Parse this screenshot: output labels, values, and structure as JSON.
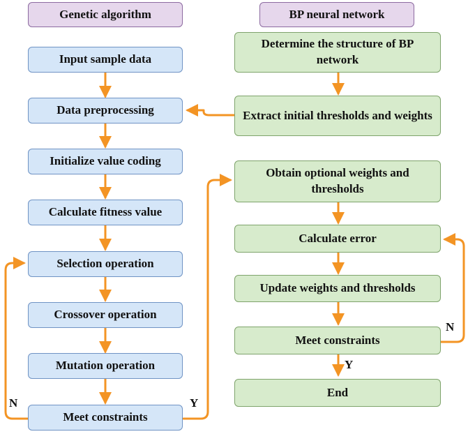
{
  "headers": {
    "ga": "Genetic algorithm",
    "bp": "BP neural network"
  },
  "ga_nodes": [
    "Input sample data",
    "Data preprocessing",
    "Initialize value coding",
    "Calculate fitness value",
    "Selection operation",
    "Crossover operation",
    "Mutation operation",
    "Meet constraints"
  ],
  "bp_nodes": [
    "Determine the structure of BP network",
    "Extract initial thresholds and weights",
    "Obtain optional weights and thresholds",
    "Calculate error",
    "Update weights and thresholds",
    "Meet constraints",
    "End"
  ],
  "labels": {
    "ga_no": "N",
    "ga_yes": "Y",
    "bp_no": "N",
    "bp_yes": "Y"
  },
  "colors": {
    "arrow": "#f39424",
    "ga_fill": "#d5e6f8",
    "bp_fill": "#d7ebcc",
    "header_fill": "#e6d7ec"
  }
}
